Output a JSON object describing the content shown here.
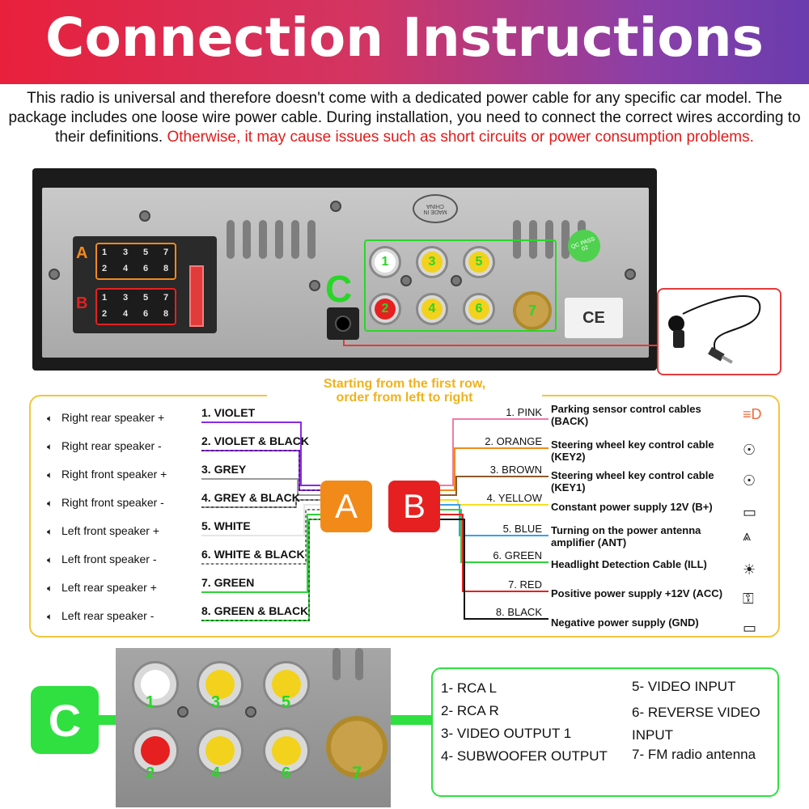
{
  "header": {
    "title": "Connection Instructions"
  },
  "intro": {
    "text": "This radio is universal and therefore doesn't come with a dedicated power cable for any specific car model. The package includes one loose wire power cable. During installation, you need to connect the correct wires according to their definitions.",
    "warning": "Otherwise, it may cause issues such as short circuits or power consumption problems."
  },
  "radio_panel": {
    "connector_a": "A",
    "connector_b": "B",
    "connector_c": "C",
    "made_in": "MADE IN CHINA",
    "qc": "QC PASS 02",
    "rca_numbers": [
      "1",
      "3",
      "5",
      "2",
      "4",
      "6",
      "7"
    ],
    "iso_a_pins": [
      "1",
      "3",
      "5",
      "7",
      "2",
      "4",
      "6",
      "8"
    ],
    "iso_b_pins": [
      "1",
      "3",
      "5",
      "7",
      "2",
      "4",
      "6",
      "8"
    ]
  },
  "wiring": {
    "heading_line1": "Starting from the first row,",
    "heading_line2": "order from left to right",
    "badge_a": "A",
    "badge_b": "B",
    "a_wires": [
      {
        "speaker": "Right rear speaker +",
        "wire": "1. VIOLET",
        "color": "#8a2be2"
      },
      {
        "speaker": "Right rear speaker -",
        "wire": "2. VIOLET & BLACK",
        "color": "#8a2be2"
      },
      {
        "speaker": "Right front speaker +",
        "wire": "3. GREY",
        "color": "#9a9a9a"
      },
      {
        "speaker": "Right front speaker -",
        "wire": "4. GREY & BLACK",
        "color": "#9a9a9a"
      },
      {
        "speaker": "Left front speaker +",
        "wire": "5. WHITE",
        "color": "#e6e6e6"
      },
      {
        "speaker": "Left front speaker -",
        "wire": "6. WHITE & BLACK",
        "color": "#e6e6e6"
      },
      {
        "speaker": "Left rear speaker +",
        "wire": "7. GREEN",
        "color": "#2fd13a"
      },
      {
        "speaker": "Left rear speaker -",
        "wire": "8. GREEN & BLACK",
        "color": "#2fd13a"
      }
    ],
    "b_wires": [
      {
        "wire": "1. PINK",
        "desc": "Parking sensor control cables (BACK)",
        "color": "#f07aa8",
        "icon": "parking-light-icon"
      },
      {
        "wire": "2. ORANGE",
        "desc": "Steering wheel key control cable (KEY2)",
        "color": "#f28a1a",
        "icon": "steering-wheel-icon"
      },
      {
        "wire": "3. BROWN",
        "desc": "Steering wheel key control cable (KEY1)",
        "color": "#8b5a2b",
        "icon": "steering-wheel-icon"
      },
      {
        "wire": "4. YELLOW",
        "desc": "Constant power supply 12V (B+)",
        "color": "#f2e11c",
        "icon": "battery-icon"
      },
      {
        "wire": "5. BLUE",
        "desc": "Turning on the power antenna amplifier (ANT)",
        "color": "#3aa0e8",
        "icon": "antenna-icon"
      },
      {
        "wire": "6. GREEN",
        "desc": "Headlight Detection Cable (ILL)",
        "color": "#2fd13a",
        "icon": "sun-icon"
      },
      {
        "wire": "7. RED",
        "desc": "Positive power supply +12V (ACC)",
        "color": "#e62020",
        "icon": "key-icon"
      },
      {
        "wire": "8. BLACK",
        "desc": "Negative power supply (GND)",
        "color": "#111111",
        "icon": "battery-icon"
      }
    ]
  },
  "section_c": {
    "badge": "C",
    "photo_numbers": [
      "1",
      "3",
      "5",
      "2",
      "4",
      "6",
      "7"
    ],
    "items_left": [
      "1- RCA L",
      "2- RCA R",
      "3- VIDEO OUTPUT 1",
      "4- SUBWOOFER OUTPUT"
    ],
    "items_right": [
      "5- VIDEO INPUT",
      "6- REVERSE VIDEO INPUT",
      "7- FM radio antenna"
    ]
  }
}
